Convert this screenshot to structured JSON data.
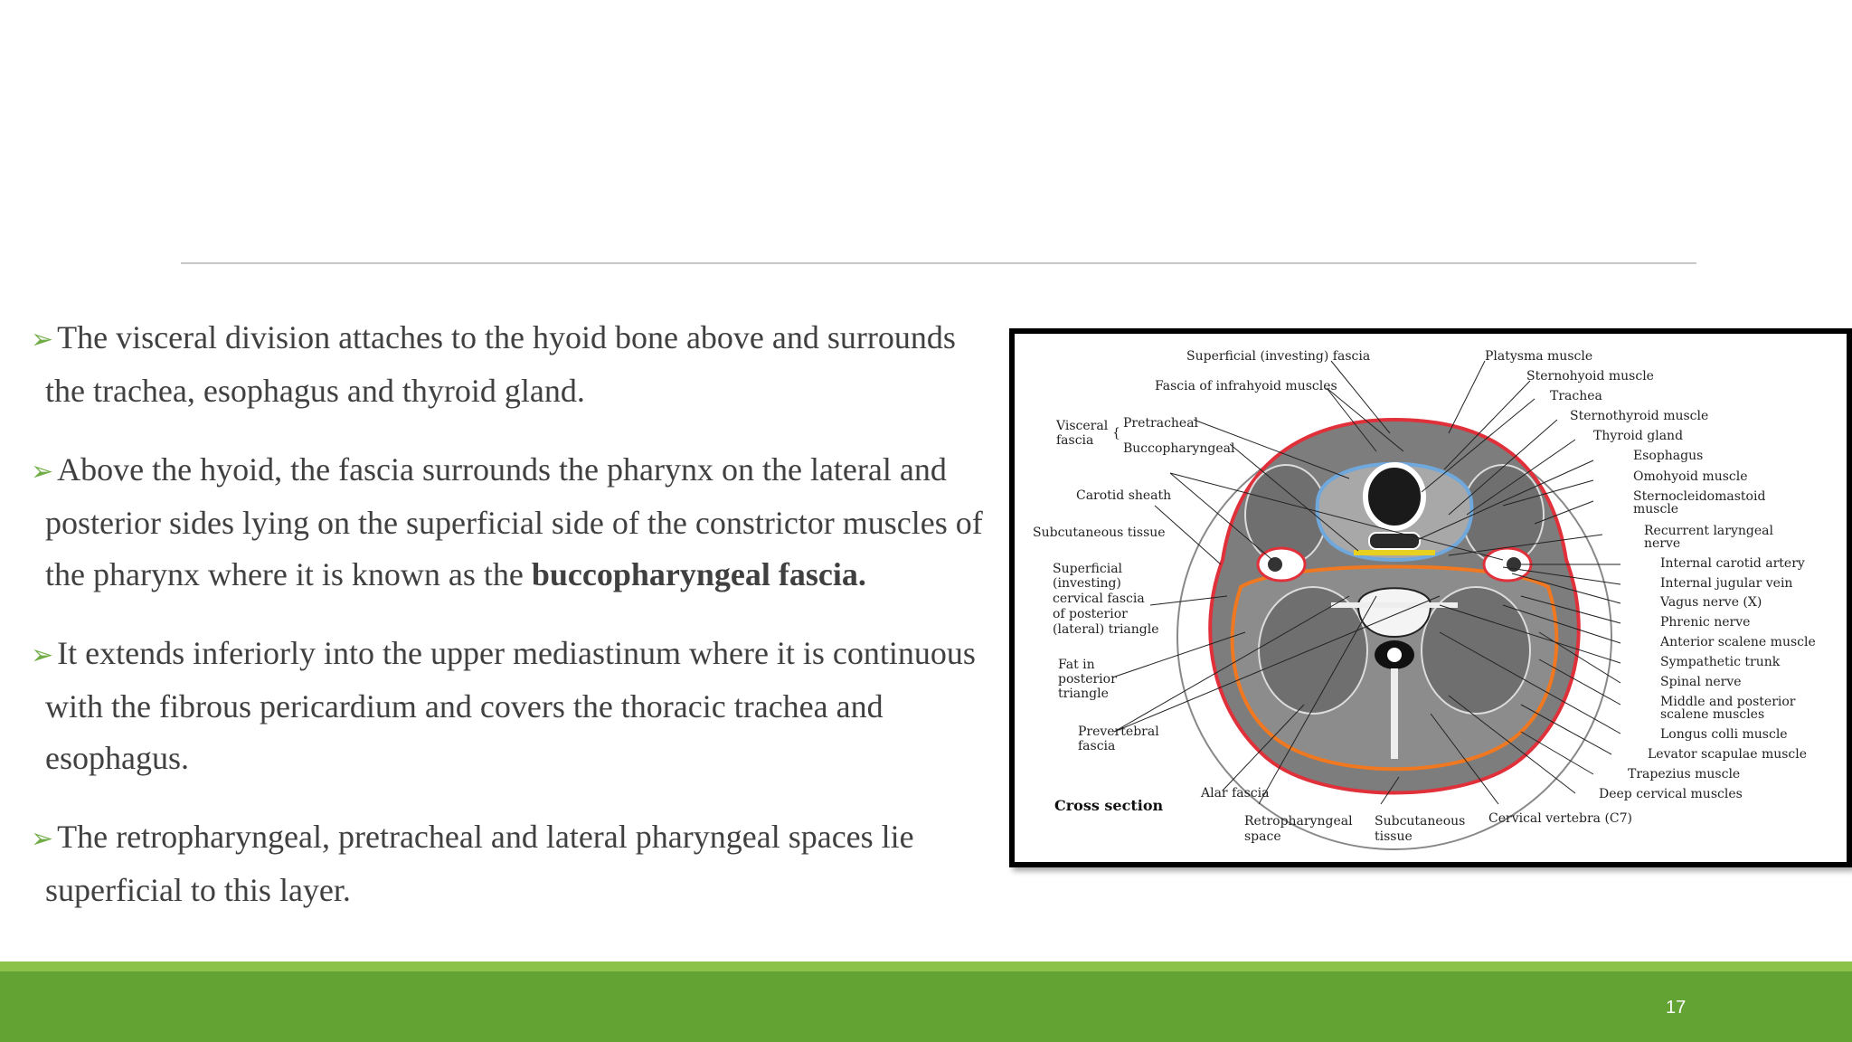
{
  "slide": {
    "page_number": "17",
    "bullets": [
      {
        "line1": "The visceral division attaches to the hyoid bone above and surrounds",
        "line2": "the trachea, esophagus and thyroid gland."
      },
      {
        "line1": "Above the hyoid, the fascia surrounds the pharynx on the lateral and",
        "line2": "posterior sides lying on the superficial side of the constrictor muscles of",
        "line3_pre": "the pharynx where it is known as the ",
        "line3_bold": "buccopharyngeal fascia."
      },
      {
        "line1": "It extends inferiorly into the upper mediastinum where it is continuous",
        "line2": "with the fibrous pericardium and covers the thoracic trachea and",
        "line3": "esophagus."
      },
      {
        "line1": "The retropharyngeal, pretracheal and lateral pharyngeal spaces lie",
        "line2": "superficial to this layer."
      }
    ]
  },
  "figure": {
    "left_labels": {
      "superficial_fascia": "Superficial (investing) fascia",
      "infrahyoid": "Fascia of infrahyoid muscles",
      "visceral1": "Visceral",
      "visceral2": "fascia",
      "pretracheal": "Pretracheal",
      "buccopharyngeal": "Buccopharyngeal",
      "carotid_sheath": "Carotid sheath",
      "subcutaneous": "Subcutaneous tissue",
      "sup_inv_1": "Superficial",
      "sup_inv_2": "(investing)",
      "sup_inv_3": "cervical fascia",
      "sup_inv_4": "of posterior",
      "sup_inv_5": "(lateral) triangle",
      "fat_1": "Fat in",
      "fat_2": "posterior",
      "fat_3": "triangle",
      "prevert_1": "Prevertebral",
      "prevert_2": "fascia",
      "alar": "Alar fascia",
      "cross_section": "Cross section",
      "retro_1": "Retropharyngeal",
      "retro_2": "space",
      "subcut_1": "Subcutaneous",
      "subcut_2": "tissue",
      "cervical_vertebra": "Cervical vertebra (C7)"
    },
    "right_labels": [
      "Platysma muscle",
      "Sternohyoid muscle",
      "Trachea",
      "Sternothyroid muscle",
      "Thyroid gland",
      "Esophagus",
      "Omohyoid muscle",
      "Sternocleidomastoid",
      "muscle",
      "Recurrent laryngeal",
      "nerve",
      "Internal carotid artery",
      "Internal jugular vein",
      "Vagus nerve (X)",
      "Phrenic nerve",
      "Anterior scalene muscle",
      "Sympathetic trunk",
      "Spinal nerve",
      "Middle and posterior",
      "scalene muscles",
      "Longus colli muscle",
      "Levator scapulae muscle",
      "Trapezius muscle",
      "Deep cervical muscles"
    ],
    "colors": {
      "superficial_fascia": "#e0303a",
      "prevertebral": "#f07820",
      "pretracheal": "#6fa8dc",
      "buccopharyngeal": "#e8d020",
      "muscle": "#8a8a8a"
    }
  }
}
